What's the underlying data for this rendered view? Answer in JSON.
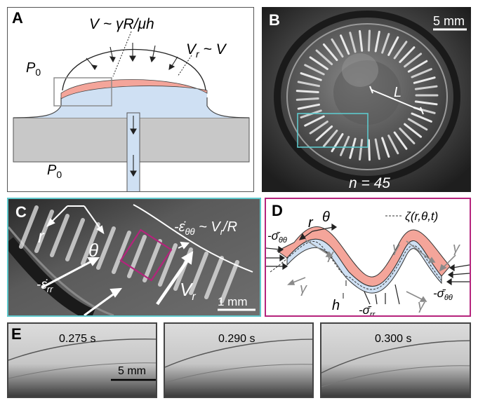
{
  "panelA": {
    "letter": "A",
    "eq_top": "V ~ γR/μh",
    "eq_right": "V",
    "eq_right_sub": "r",
    "eq_right_rest": " ~ V",
    "p_left": "P",
    "p_bottom": "P",
    "p_sub": "0"
  },
  "panelB": {
    "letter": "B",
    "scale": "5 mm",
    "length_label": "L",
    "count": "n = 45"
  },
  "panelC": {
    "letter": "C",
    "r": "r",
    "theta": "θ",
    "strain_theta": "-ε̇",
    "strain_theta_sub": "θθ",
    "strain_theta_rest": " ~ V",
    "strain_theta_sub2": "r",
    "strain_theta_tail": "/R",
    "strain_r": "-ε̇",
    "strain_r_sub": "rr",
    "vr": "V",
    "vr_sub": "r",
    "scale": "1 mm"
  },
  "panelD": {
    "letter": "D",
    "sigma": "-σ̄",
    "sub_tt": "θθ",
    "sub_rr": "rr",
    "r": "r",
    "theta": "θ",
    "zeta": "ζ(r,θ,t)",
    "gamma": "γ",
    "h": "h"
  },
  "panelE": {
    "letter": "E",
    "times": [
      "0.275 s",
      "0.290 s",
      "0.300 s"
    ],
    "scale": "5 mm"
  },
  "colors": {
    "pink": "#f4a59a",
    "blue": "#cfe0f3",
    "cyan": "#5ec8cc",
    "magenta": "#b5237c",
    "gray": "#c8c8c8",
    "grayText": "#8a8a8a"
  }
}
